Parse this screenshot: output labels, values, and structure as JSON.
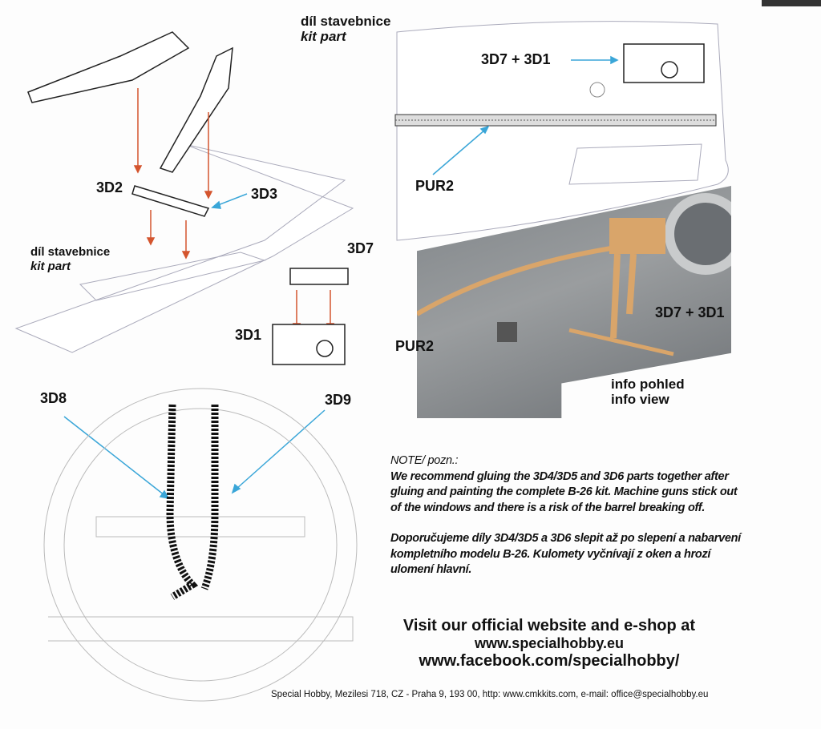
{
  "top_label": {
    "cz": "díl stavebnice",
    "en": "kit part"
  },
  "left_label": {
    "cz": "díl stavebnice",
    "en": "kit part"
  },
  "parts": {
    "p3d7_3d1": "3D7 + 3D1",
    "pur2": "PUR2",
    "p3d2": "3D2",
    "p3d3": "3D3",
    "p3d7": "3D7",
    "p3d1": "3D1",
    "p3d8": "3D8",
    "p3d9": "3D9"
  },
  "photo": {
    "p3d7_3d1": "3D7 + 3D1",
    "pur2": "PUR2"
  },
  "info": {
    "cz": "info pohled",
    "en": "info view"
  },
  "note": {
    "heading": "NOTE/ pozn.:",
    "en": "We recommend gluing the 3D4/3D5 and 3D6 parts together after gluing and painting the complete B-26 kit. Machine guns stick out of the windows and there is a risk of the barrel breaking off.",
    "cz": "Doporučujeme díly 3D4/3D5 a 3D6 slepit až po slepení a nabarvení kompletního modelu B-26. Kulomety vyčnívají z oken a hrozí ulomení hlavní."
  },
  "visit": {
    "line1": "Visit our official website and e-shop at",
    "line2": "www.specialhobby.eu",
    "line3": "www.facebook.com/specialhobby/"
  },
  "footer": "Special Hobby, Mezilesi 718, CZ - Praha 9,  193 00, http: www.cmkkits.com, e-mail: office@specialhobby.eu",
  "colors": {
    "arrow_red": "#d4552e",
    "arrow_blue": "#3aa6d8",
    "photo_bg": "#8c8f92",
    "resin": "#d9a56a"
  }
}
